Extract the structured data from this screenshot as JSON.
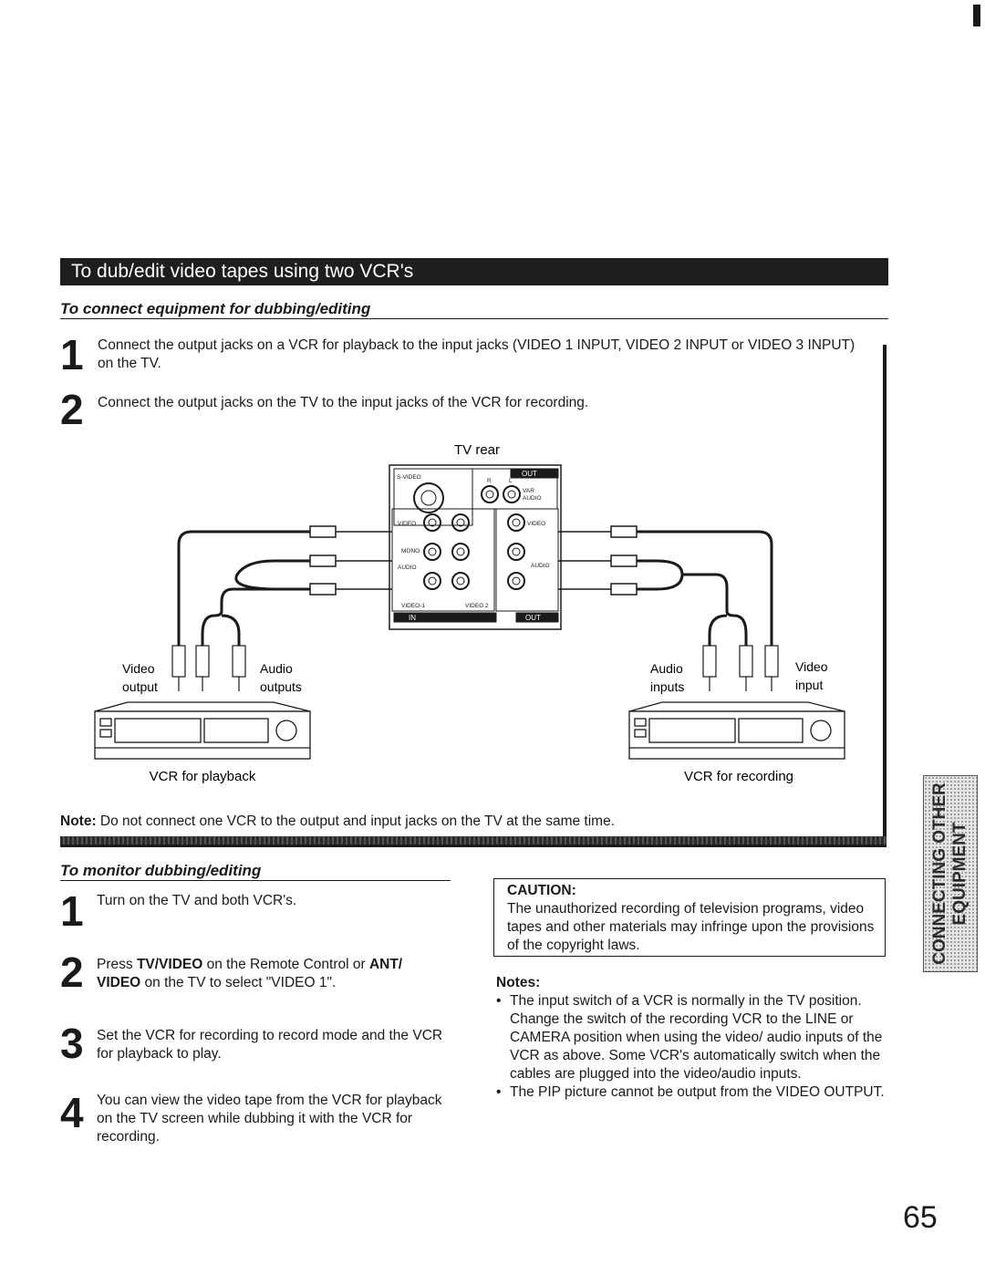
{
  "header": {
    "title": "To dub/edit video tapes using two VCR's"
  },
  "connect_section": {
    "heading": "To connect equipment for dubbing/editing",
    "steps": [
      {
        "num": "1",
        "text": "Connect the output jacks on a VCR for playback to the input jacks (VIDEO 1 INPUT, VIDEO 2 INPUT or VIDEO 3 INPUT) on the TV."
      },
      {
        "num": "2",
        "text": "Connect the output jacks on the TV to the input jacks of the VCR for recording."
      }
    ],
    "note_label": "Note:",
    "note_text": "Do not connect one VCR to the output and input jacks on the TV at the same time."
  },
  "diagram": {
    "tv_rear_label": "TV rear",
    "panel": {
      "s_video": "S-VIDEO",
      "out_top": "OUT",
      "r": "R",
      "l": "L",
      "var": "VAR",
      "audio_small": "AUDIO",
      "video_in": "VIDEO",
      "mono": "MONO",
      "audio_in": "AUDIO",
      "video_out": "VIDEO",
      "audio_out": "AUDIO",
      "video1": "VIDEO-1",
      "video2": "VIDEO 2",
      "in": "IN",
      "out_bottom": "OUT"
    },
    "left_video_label": [
      "Video",
      "output"
    ],
    "left_audio_label": [
      "Audio",
      "outputs"
    ],
    "right_audio_label": [
      "Audio",
      "inputs"
    ],
    "right_video_label": [
      "Video",
      "input"
    ],
    "vcr_playback": "VCR for playback",
    "vcr_recording": "VCR for recording"
  },
  "monitor_section": {
    "heading": "To monitor dubbing/editing",
    "steps": [
      {
        "num": "1",
        "parts": [
          {
            "t": "Turn on the TV and both VCR's.",
            "b": false
          }
        ]
      },
      {
        "num": "2",
        "parts": [
          {
            "t": "Press ",
            "b": false
          },
          {
            "t": "TV/VIDEO",
            "b": true
          },
          {
            "t": " on the Remote Control or ",
            "b": false
          },
          {
            "t": "ANT/ VIDEO",
            "b": true
          },
          {
            "t": " on the TV to select \"VIDEO 1\".",
            "b": false
          }
        ]
      },
      {
        "num": "3",
        "parts": [
          {
            "t": "Set the VCR for recording to record mode and the VCR for playback to play.",
            "b": false
          }
        ]
      },
      {
        "num": "4",
        "parts": [
          {
            "t": "You can view the video tape from the VCR for playback on the TV screen while dubbing it with the VCR for recording.",
            "b": false
          }
        ]
      }
    ]
  },
  "caution": {
    "title": "CAUTION:",
    "text": "The unauthorized recording of television programs, video tapes and other materials may infringe upon the provisions of the copyright laws."
  },
  "notes": {
    "title": "Notes:",
    "items": [
      "The input switch of a VCR is normally in the TV position. Change the switch of the recording VCR to the LINE or CAMERA position when using the video/ audio inputs of the VCR as above. Some VCR's automatically switch when the cables are plugged into the video/audio inputs.",
      "The PIP picture cannot be output from the VIDEO OUTPUT."
    ]
  },
  "side_tab": {
    "line1": "CONNECTING OTHER",
    "line2": "EQUIPMENT"
  },
  "page_number": "65"
}
